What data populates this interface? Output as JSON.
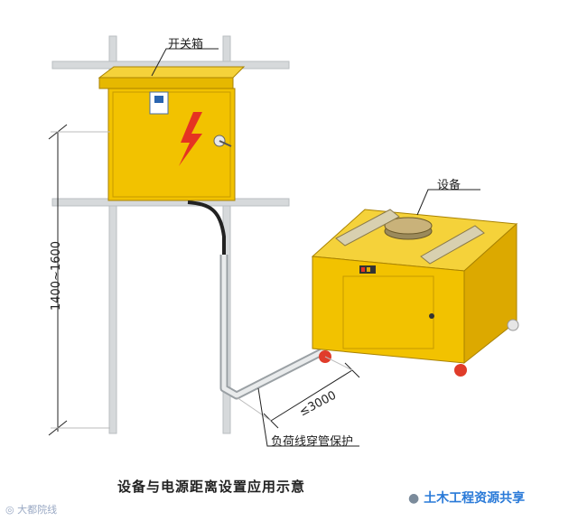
{
  "labels": {
    "switch_box": "开关箱",
    "equipment": "设备",
    "protection": "负荷线穿管保护",
    "height_dim": "1400~1600",
    "distance_dim": "≤3000"
  },
  "caption": "设备与电源距离设置应用示意",
  "watermarks": {
    "right": "土木工程资源共享",
    "left": "大都院线"
  },
  "colors": {
    "box_yellow": "#f2c200",
    "box_dark": "#d9a800",
    "pole_gray": "#c9ccce",
    "wheel_red": "#e03c2a",
    "bolt_red": "#e53322"
  },
  "icons": [
    "lightning-bolt-icon",
    "wechat-icon",
    "weibo-icon"
  ]
}
